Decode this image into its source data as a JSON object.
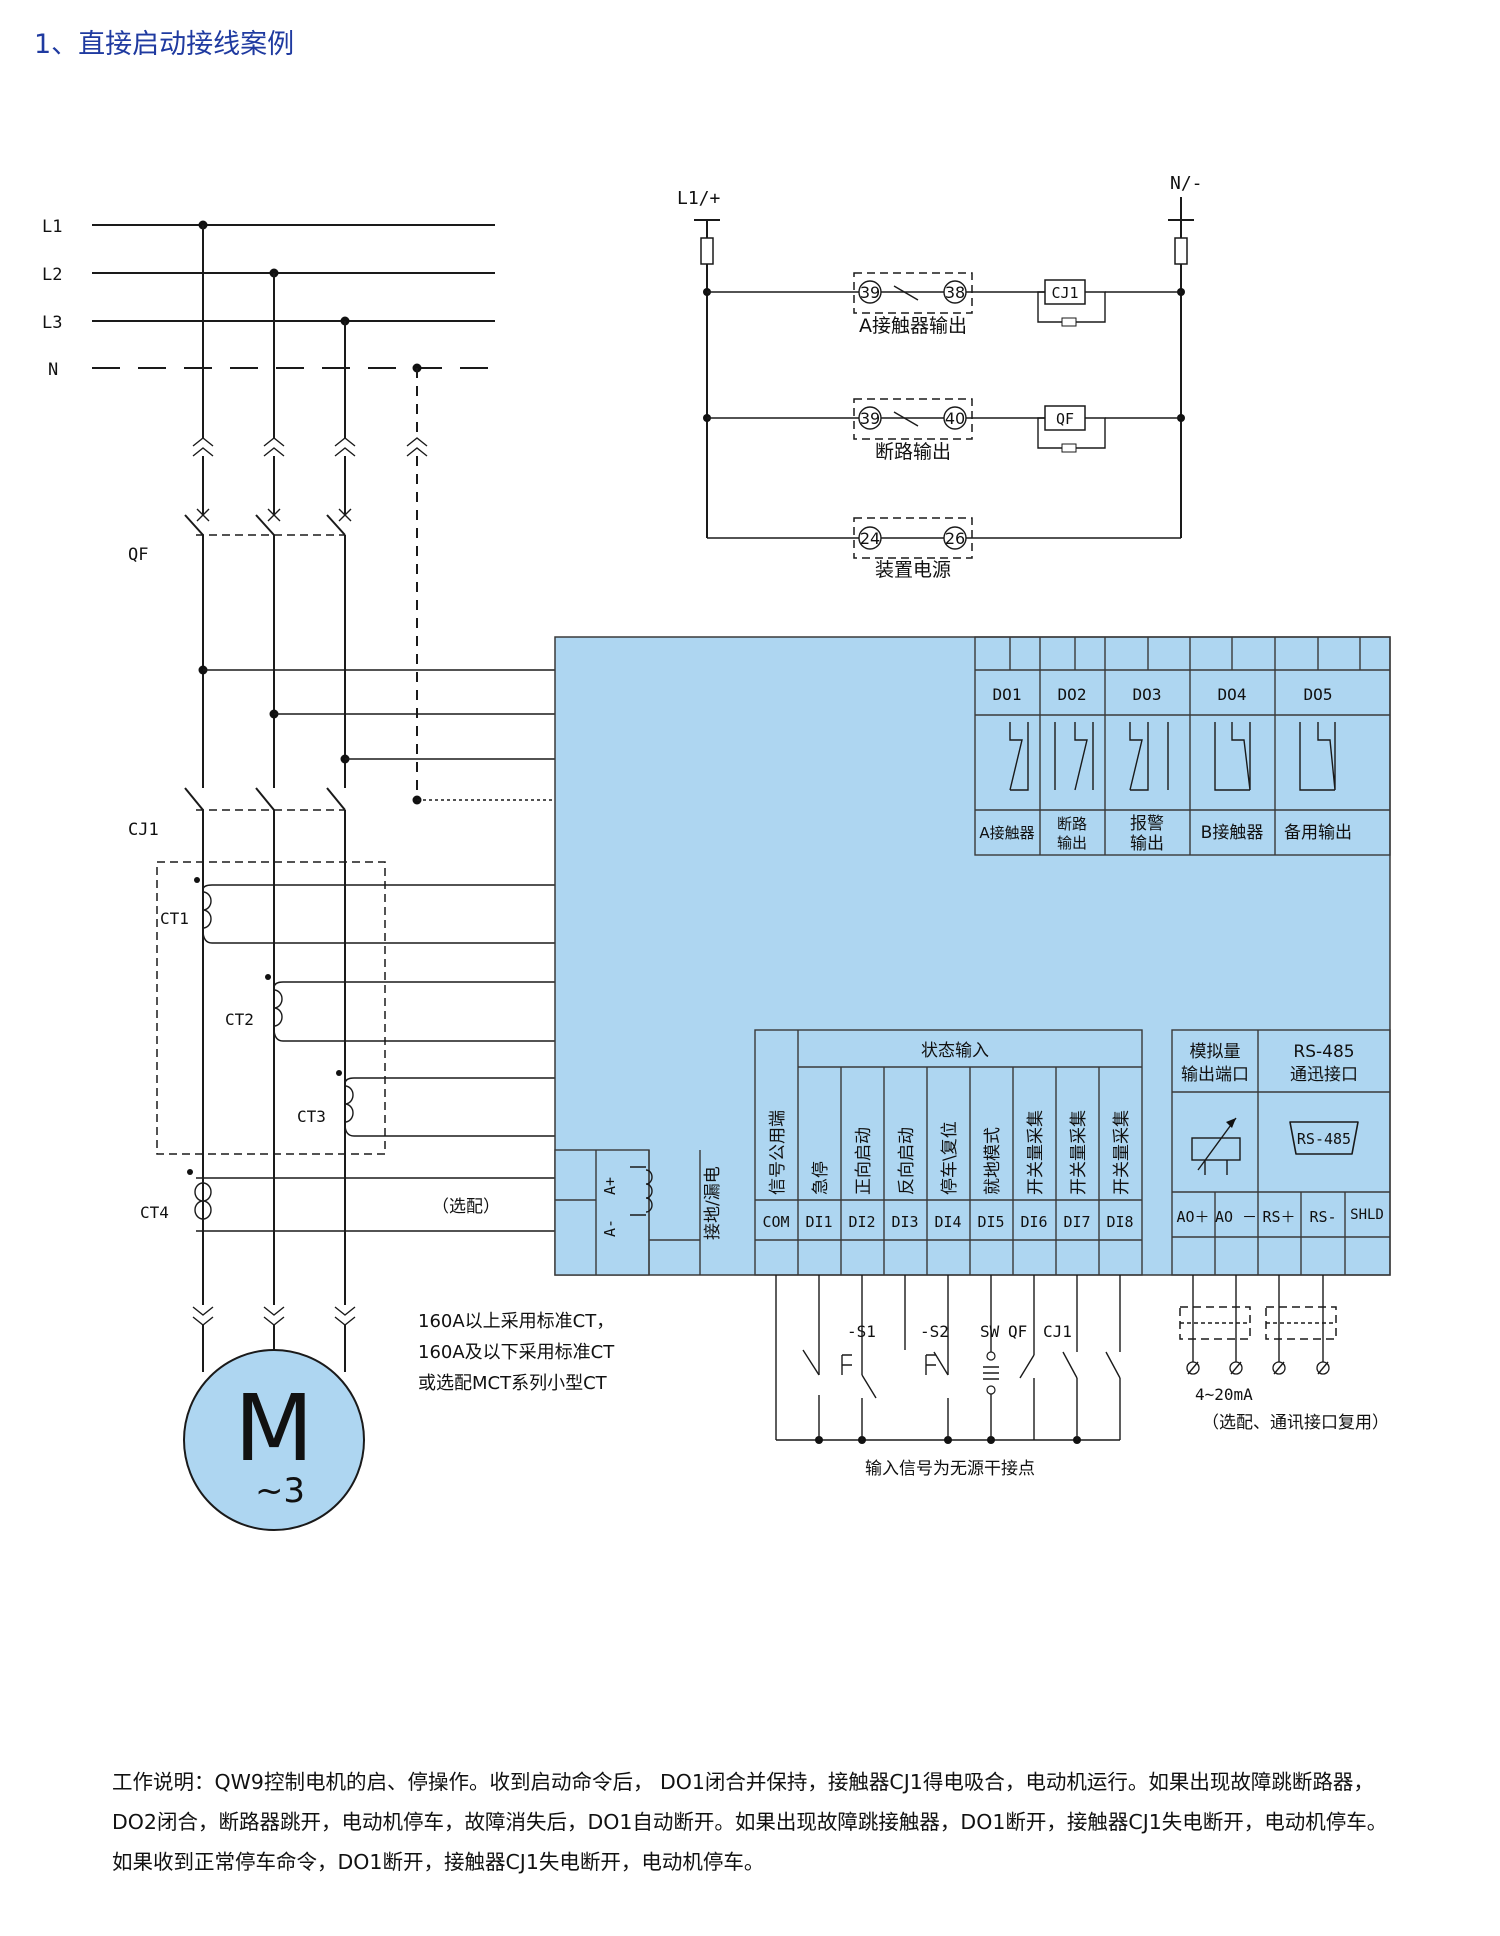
{
  "title": "1、直接启动接线案例",
  "lines": {
    "l1": "L1",
    "l2": "L2",
    "l3": "L3",
    "n": "N"
  },
  "qf": "QF",
  "cj1": "CJ1",
  "ct": {
    "ct1": "CT1",
    "ct2": "CT2",
    "ct3": "CT3",
    "ct4": "CT4"
  },
  "optional": "（选配）",
  "ct_note": [
    "160A以上采用标准CT，",
    "160A及以下采用标准CT",
    "或选配MCT系列小型CT"
  ],
  "motor": {
    "letter": "M",
    "sub": "~3"
  },
  "ctrl": {
    "l1plus": "L1/+",
    "nminus": "N/-",
    "row1": {
      "t1": "39",
      "t2": "38",
      "coil": "CJ1",
      "label": "A接触器输出"
    },
    "row2": {
      "t1": "39",
      "t2": "40",
      "coil": "QF",
      "label": "断路输出"
    },
    "row3": {
      "t1": "24",
      "t2": "26",
      "label": "装置电源"
    }
  },
  "outputs": {
    "do": [
      "DO1",
      "DO2",
      "DO3",
      "DO4",
      "DO5"
    ],
    "labels": {
      "a_contactor": "A接触器",
      "breaker_1": "断路",
      "breaker_2": "输出",
      "alarm_1": "报警",
      "alarm_2": "输出",
      "b_contactor": "B接触器",
      "spare": "备用输出"
    }
  },
  "inputs": {
    "header": "状态输入",
    "common": "信号公用端",
    "names": [
      "急停",
      "正向启动",
      "反向启动",
      "停车\\复位",
      "就地模式",
      "开关量采集",
      "开关量采集",
      "开关量采集"
    ],
    "terms": [
      "COM",
      "DI1",
      "DI2",
      "DI3",
      "DI4",
      "DI5",
      "DI6",
      "DI7",
      "DI8"
    ]
  },
  "leak": {
    "ap": "A+",
    "am": "A-",
    "label": "接地/漏电"
  },
  "analog": {
    "title1": "模拟量",
    "title2": "输出端口",
    "rs_title1": "RS-485",
    "rs_title2": "通迅接口",
    "rs_icon": "RS-485",
    "terms": [
      "AO＋",
      "AO －",
      "RS＋",
      "RS-",
      "SHLD"
    ],
    "range": "4~20mA",
    "note": "（选配、通讯接口复用）"
  },
  "switches": {
    "s1": "-S1",
    "s2": "-S2",
    "sw": "SW",
    "qf": "QF",
    "cj1": "CJ1"
  },
  "dry_contact": "输入信号为无源干接点",
  "description": [
    "工作说明：QW9控制电机的启、停操作。收到启动命令后， DO1闭合并保持，接触器CJ1得电吸合，电动机运行。如果出现故障跳断路器，",
    "DO2闭合，断路器跳开，电动机停车，故障消失后，DO1自动断开。如果出现故障跳接触器，DO1断开，接触器CJ1失电断开，电动机停车。",
    "如果收到正常停车命令，DO1断开，接触器CJ1失电断开，电动机停车。"
  ],
  "colors": {
    "panel": "#aed6f1",
    "title": "#1f3aa0",
    "motor": "#aed6f1"
  }
}
